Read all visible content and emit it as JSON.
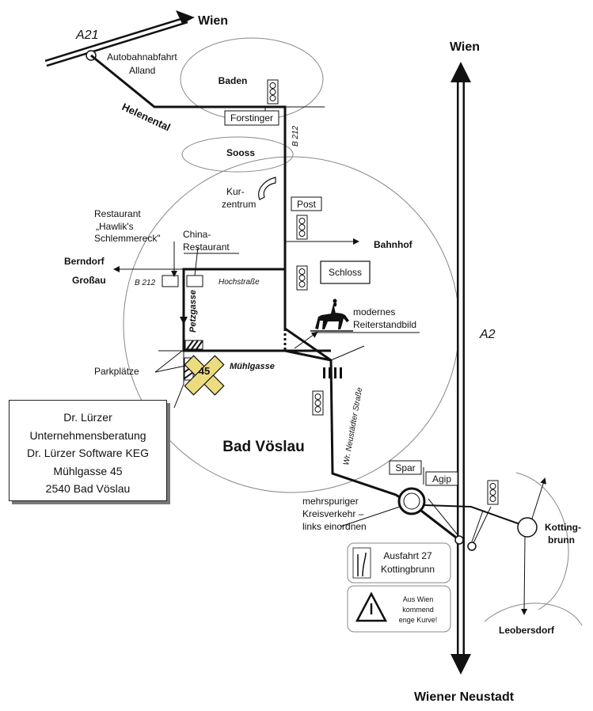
{
  "cities": {
    "wien_top": "Wien",
    "wien_right": "Wien",
    "wiener_neustadt": "Wiener Neustadt",
    "bad_voeslau": "Bad Vöslau",
    "baden": "Baden",
    "sooss": "Sooss",
    "berndorf": "Berndorf",
    "grossau": "Großau",
    "kottingbrunn_1": "Kotting-",
    "kottingbrunn_2": "brunn",
    "leobersdorf": "Leobersdorf"
  },
  "roads": {
    "a21": "A21",
    "a2": "A2",
    "b212_vertical": "B 212",
    "b212_left": "B 212",
    "helenental": "Helenental",
    "hochstrasse": "Hochstraße",
    "petzgasse": "Petzgasse",
    "muehlgasse": "Mühlgasse",
    "neustaedter": "Wr. Neustädter Straße"
  },
  "places": {
    "autobahnabfahrt_1": "Autobahnabfahrt",
    "autobahnabfahrt_2": "Alland",
    "forstinger": "Forstinger",
    "kurzentrum_1": "Kur-",
    "kurzentrum_2": "zentrum",
    "post": "Post",
    "bahnhof": "Bahnhof",
    "schloss": "Schloss",
    "restaurant_1": "Restaurant",
    "restaurant_2": "„Hawlik's",
    "restaurant_3": "Schlemmereck\"",
    "china_1": "China-",
    "china_2": "Restaurant",
    "reiter_1": "modernes",
    "reiter_2": "Reiterstandbild",
    "parkplaetze": "Parkplätze",
    "house_number": "45",
    "spar": "Spar",
    "agip": "Agip",
    "kreis_1": "mehrspuriger",
    "kreis_2": "Kreisverkehr –",
    "kreis_3": "links einordnen",
    "ausfahrt_1": "Ausfahrt 27",
    "ausfahrt_2": "Kottingbrunn",
    "warn_1": "Aus Wien",
    "warn_2": "kommend",
    "warn_3": "enge Kurve!"
  },
  "address": {
    "line1": "Dr. Lürzer",
    "line2": "Unternehmensberatung",
    "line3": "Dr. Lürzer Software KEG",
    "line4": "Mühlgasse 45",
    "line5": "2540 Bad Vöslau"
  },
  "colors": {
    "marker_fill": "#ecdc80",
    "ink": "#111111",
    "area_outline": "#888888"
  }
}
